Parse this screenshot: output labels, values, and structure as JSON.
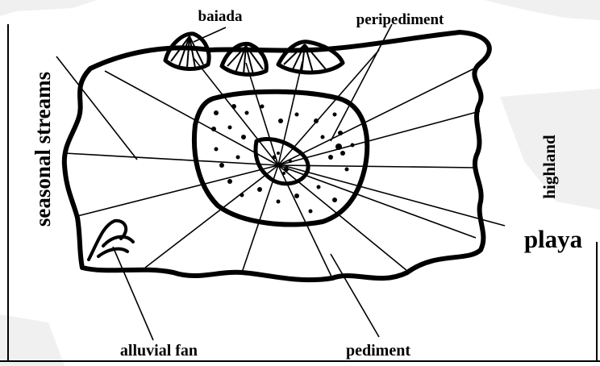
{
  "labels": {
    "seasonal_streams": "seasonal streams",
    "baiada": "baiada",
    "peripediment": "peripediment",
    "highland": "highland",
    "playa": "playa",
    "alluvial_fan": "alluvial fan",
    "pediment": "pediment"
  },
  "colors": {
    "ink": "#000000",
    "paper": "#ffffff",
    "smudge": "#f0f0f0"
  }
}
